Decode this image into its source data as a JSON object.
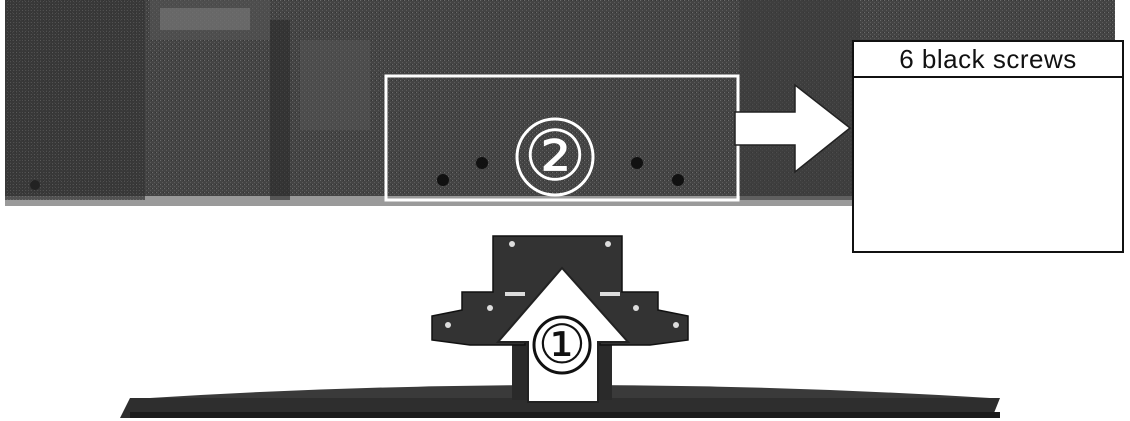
{
  "callout": {
    "title": "6 black screws"
  },
  "steps": {
    "step1": "①",
    "step2": "②"
  },
  "icons": {
    "screws": "screw-icon",
    "arrow_right": "arrow-right-icon",
    "arrow_up": "arrow-up-icon"
  },
  "colors": {
    "panel": "#3a3a3a",
    "highlight_frame": "#ffffff",
    "stand": "#2e2e2e",
    "arrow_fill": "#ffffff"
  }
}
